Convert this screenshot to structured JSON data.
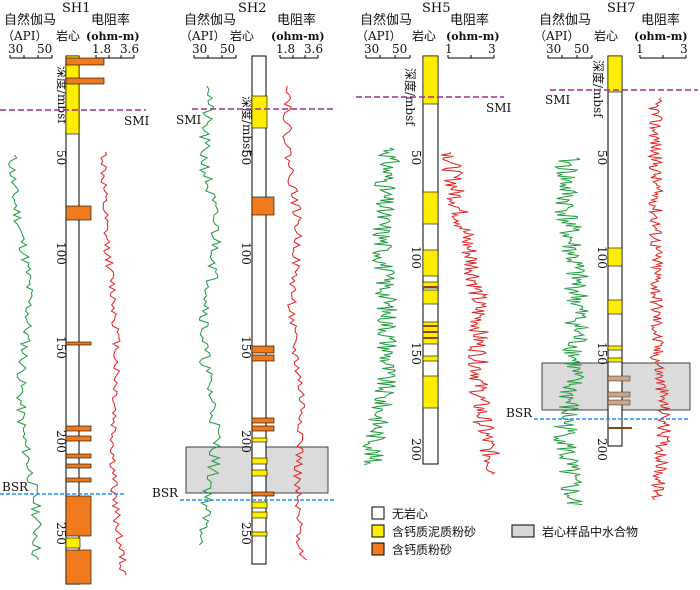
{
  "wells": [
    {
      "name": "SH1",
      "gamma_header": "自然伽马",
      "gamma_unit": "（API）",
      "core_header": "岩心",
      "res_header": "电阻率",
      "res_unit": "(ohm-m)",
      "gamma_ticks": [
        "30",
        "50"
      ],
      "res_ticks": [
        "1.8",
        "3.6"
      ],
      "depth_label": "深度/mbsf",
      "depth_ticks": [
        "50",
        "100",
        "150",
        "200",
        "250"
      ],
      "smi_label": "SMI",
      "bsr_label": "BSR"
    },
    {
      "name": "SH2",
      "gamma_header": "自然伽马",
      "gamma_unit": "（API）",
      "core_header": "岩心",
      "res_header": "电阻率",
      "res_unit": "(ohm-m)",
      "gamma_ticks": [
        "30",
        "50"
      ],
      "res_ticks": [
        "1.8",
        "3.6"
      ],
      "depth_label": "深度/mbsf",
      "depth_ticks": [
        "50",
        "100",
        "150",
        "200",
        "250"
      ],
      "smi_label": "SMI",
      "bsr_label": "BSR"
    },
    {
      "name": "SH5",
      "gamma_header": "自然伽马",
      "gamma_unit": "（API）",
      "core_header": "岩心",
      "res_header": "电阻率",
      "res_unit": "(ohm-m)",
      "gamma_ticks": [
        "30",
        "50"
      ],
      "res_ticks": [
        "1",
        "3"
      ],
      "depth_label": "深度/mbsf",
      "depth_ticks": [
        "50",
        "100",
        "150",
        "200"
      ],
      "smi_label": "SMI",
      "bsr_label": ""
    },
    {
      "name": "SH7",
      "gamma_header": "自然伽马",
      "gamma_unit": "（API）",
      "core_header": "岩心",
      "res_header": "电阻率",
      "res_unit": "(ohm-m)",
      "gamma_ticks": [
        "30",
        "50"
      ],
      "res_ticks": [
        "1",
        "3"
      ],
      "depth_label": "深度/mbsf",
      "depth_ticks": [
        "50",
        "100",
        "150",
        "200"
      ],
      "smi_label": "SMI",
      "bsr_label": "BSR"
    }
  ],
  "legend": {
    "no_core": "无岩心",
    "calcareous_muddy_silt": "含钙质泥质粉砂",
    "calcareous_silt": "含钙质粉砂",
    "hydrate_in_core": "岩心样品中水合物"
  },
  "colors": {
    "gamma": "#1a9a3a",
    "resistivity": "#e02020",
    "muddy_silt": "#ffee00",
    "silt": "#f07a1e",
    "smi": "#9b2d9b",
    "bsr": "#1e90ff",
    "hydrate_box": "#d8d8d8"
  }
}
